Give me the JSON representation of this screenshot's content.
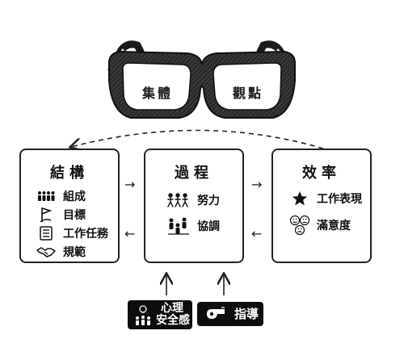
{
  "glasses": {
    "left_lens_label": "集體",
    "right_lens_label": "觀點"
  },
  "structure_box": {
    "title": "結構",
    "items": [
      {
        "icon": "group-icon",
        "label": "組成"
      },
      {
        "icon": "target-flag-icon",
        "label": "目標"
      },
      {
        "icon": "checklist-icon",
        "label": "工作任務"
      },
      {
        "icon": "handshake-icon",
        "label": "規範"
      }
    ]
  },
  "process_box": {
    "title": "過程",
    "items": [
      {
        "icon": "running-people-icon",
        "label": "努力"
      },
      {
        "icon": "meeting-people-icon",
        "label": "協調"
      }
    ]
  },
  "effectiveness_box": {
    "title": "效率",
    "items": [
      {
        "icon": "star-icon",
        "label": "工作表現"
      },
      {
        "icon": "faces-icon",
        "label": "滿意度"
      }
    ]
  },
  "bottom": {
    "safety": {
      "icon": "people-bulb-icon",
      "line1": "心理",
      "line2": "安全感"
    },
    "coaching": {
      "icon": "whistle-icon",
      "label": "指導"
    }
  },
  "colors": {
    "ink": "#111111",
    "pill": "#0d0d0d",
    "lens_frame": "#1a1a1a"
  }
}
